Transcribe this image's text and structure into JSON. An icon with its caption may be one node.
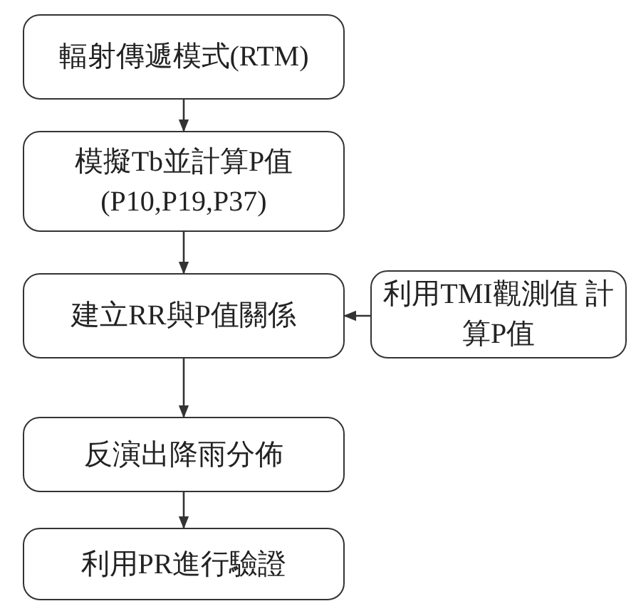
{
  "diagram": {
    "nodes": [
      {
        "text": [
          "輻射傳遞模式(RTM)"
        ]
      },
      {
        "text": [
          "模擬Tb並計算P值 (P10,P19,P37)"
        ]
      },
      {
        "text": [
          "建立RR與P值關係"
        ]
      },
      {
        "text": [
          "利用TMI觀測值 計算P值"
        ]
      },
      {
        "text": [
          "反演出降雨分佈"
        ]
      },
      {
        "text": [
          "利用PR進行驗證"
        ]
      }
    ],
    "edges": [
      {
        "from": 0,
        "to": 1,
        "arrow": "to"
      },
      {
        "from": 1,
        "to": 2,
        "arrow": "to"
      },
      {
        "from": 3,
        "to": 2,
        "arrow": "to"
      },
      {
        "from": 2,
        "to": 4,
        "arrow": "to"
      },
      {
        "from": 4,
        "to": 5,
        "arrow": "to"
      }
    ]
  }
}
